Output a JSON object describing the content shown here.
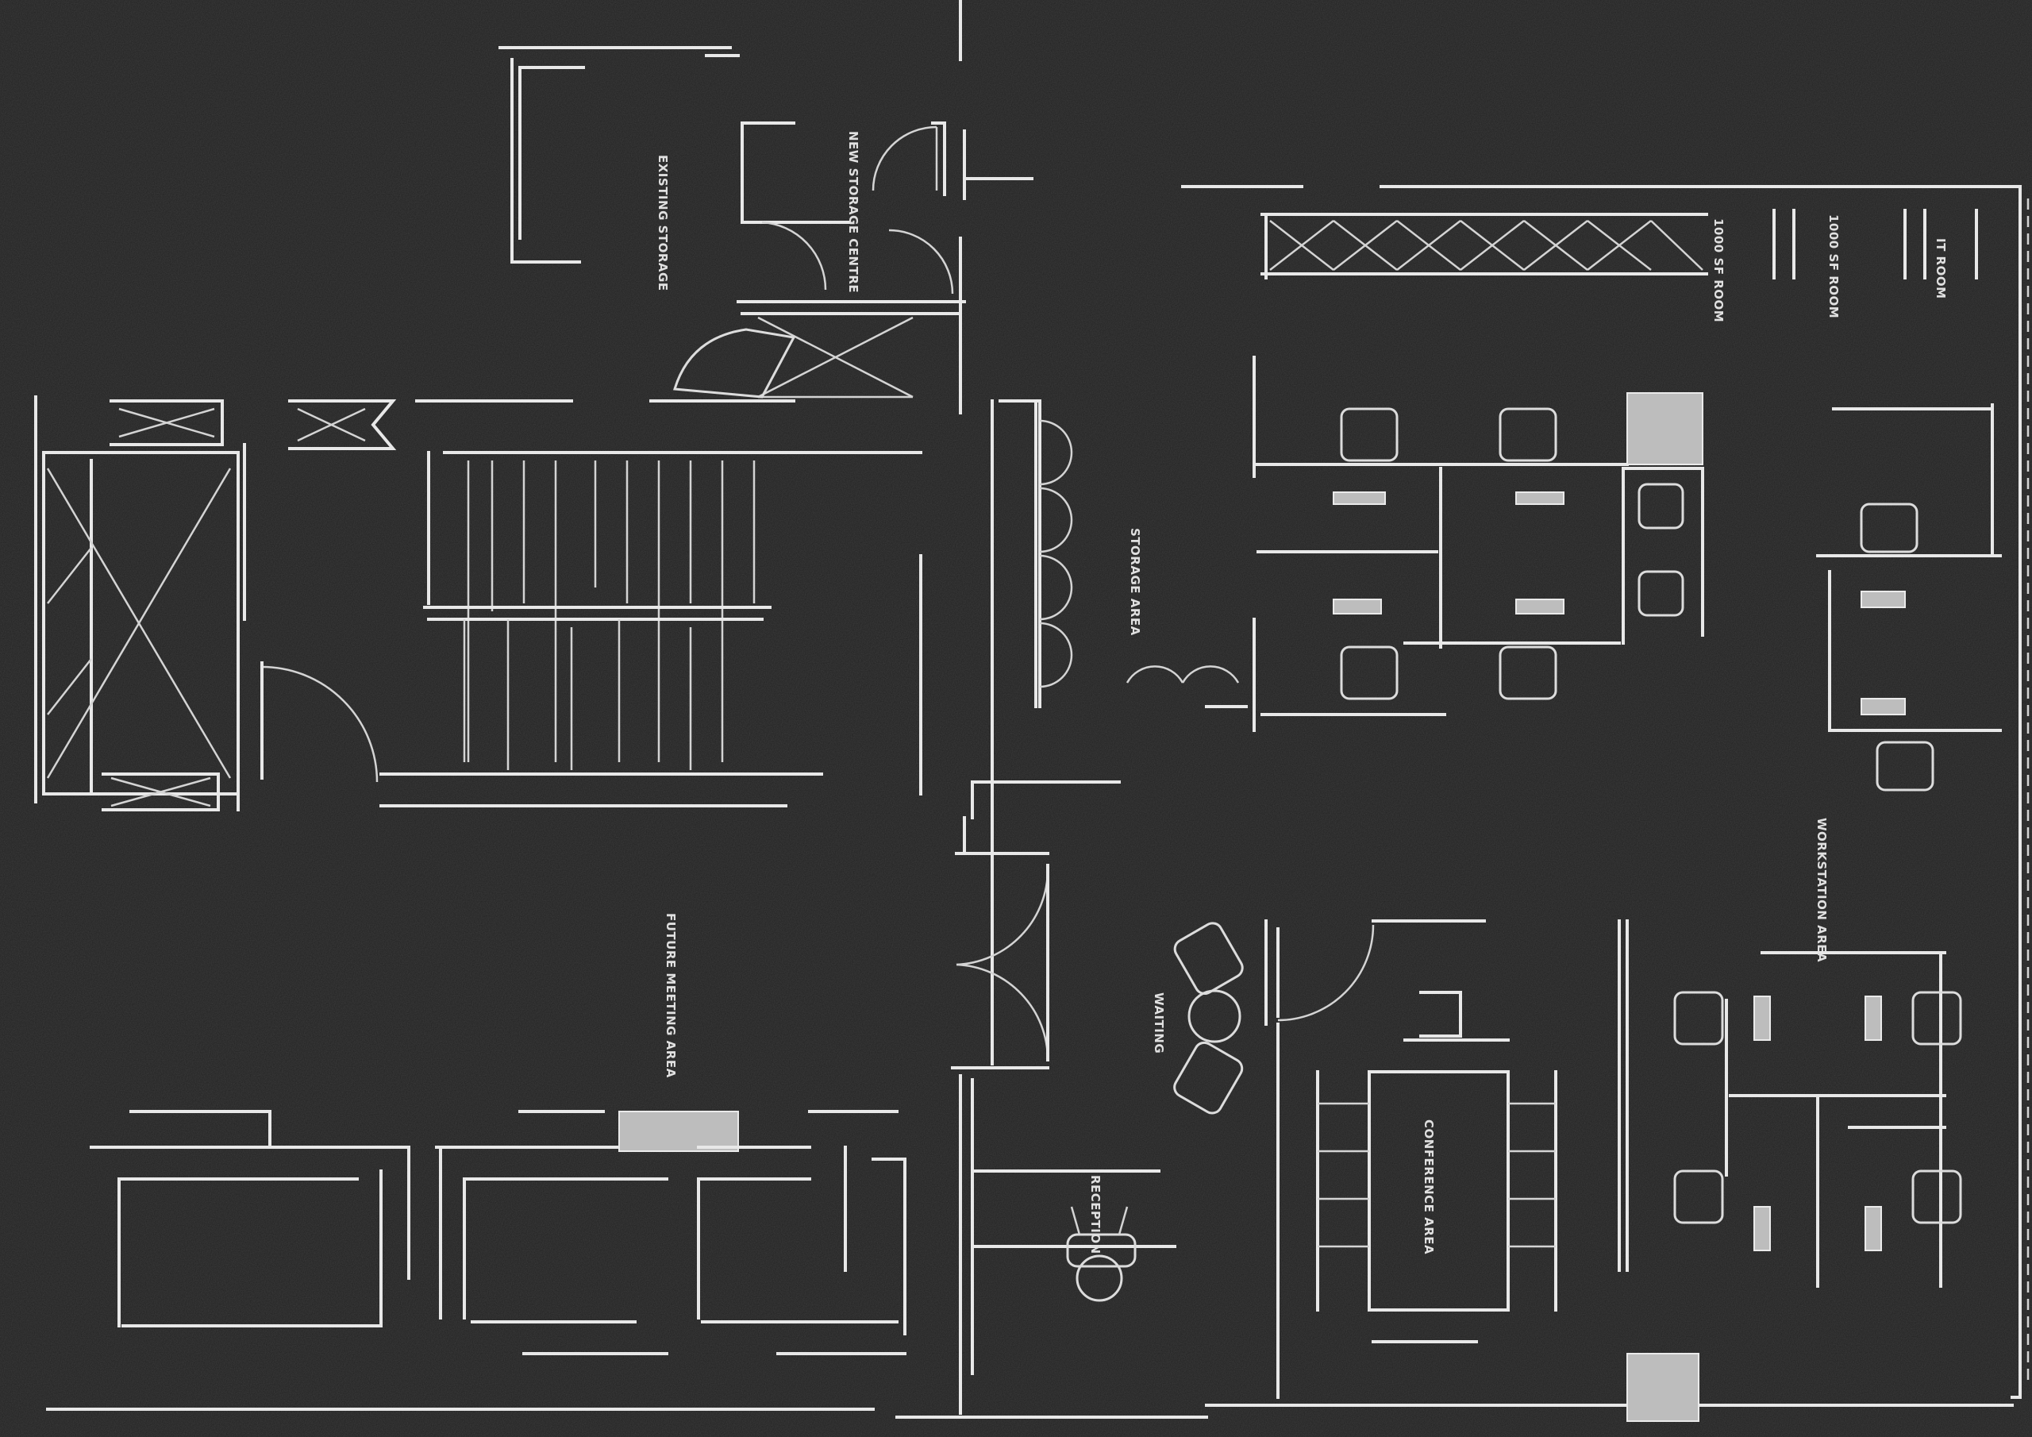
{
  "colors": {
    "background": "#202020",
    "line": "#e8e8e8",
    "hatch": "#bdbdbd"
  },
  "labels": {
    "l1": "NEW STORAGE CENTRE",
    "l2": "EXISTING STORAGE",
    "l3": "STORAGE AREA",
    "l4": "FUTURE MEETING AREA",
    "l5": "WAITING",
    "l6": "RECEPTION",
    "l7": "CONFERENCE AREA",
    "l8": "1000 SF ROOM",
    "l9": "1000 SF ROOM",
    "l10": "IT ROOM",
    "l11": "WORKSTATION AREA"
  }
}
